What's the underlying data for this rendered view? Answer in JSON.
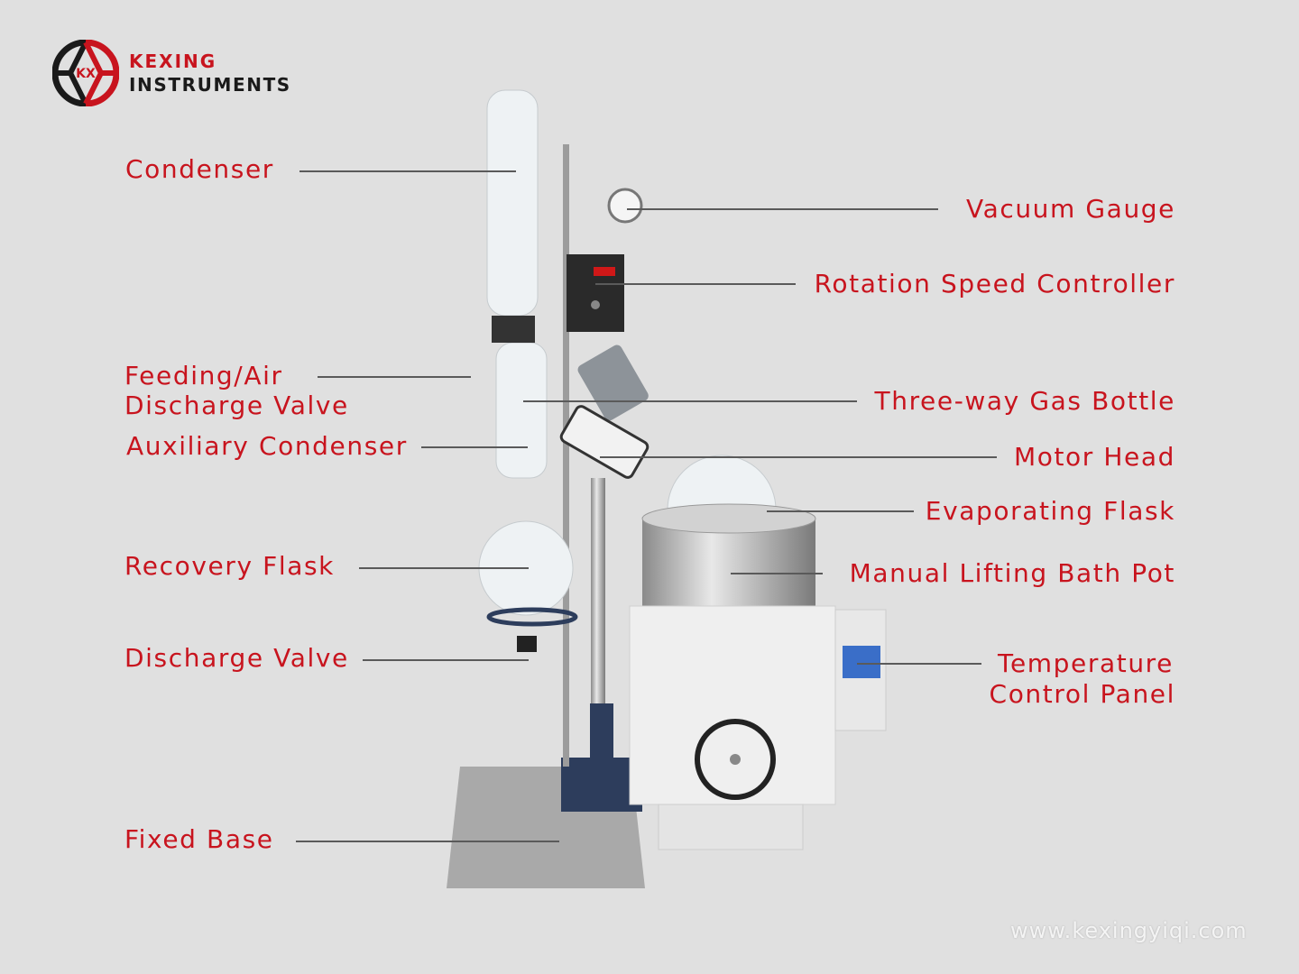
{
  "brand": {
    "line1": "KEXING",
    "line2": "INSTRUMENTS",
    "logo_text": "KX",
    "colors": {
      "red": "#c8141e",
      "black": "#1a1a1a"
    }
  },
  "labels_left": {
    "condenser": "Condenser",
    "feeding_1": "Feeding/Air",
    "feeding_2": "Discharge Valve",
    "aux_condenser": "Auxiliary Condenser",
    "recovery_flask": "Recovery Flask",
    "discharge_valve": "Discharge Valve",
    "fixed_base": "Fixed Base"
  },
  "labels_right": {
    "vacuum_gauge": "Vacuum Gauge",
    "speed_controller": "Rotation Speed Controller",
    "gas_bottle": "Three-way Gas Bottle",
    "motor_head": "Motor Head",
    "evap_flask": "Evaporating Flask",
    "bath_pot": "Manual Lifting Bath Pot",
    "temp_1": "Temperature",
    "temp_2": "Control Panel"
  },
  "label_color": "#c8141e",
  "watermark": "www.kexingyiqi.com"
}
